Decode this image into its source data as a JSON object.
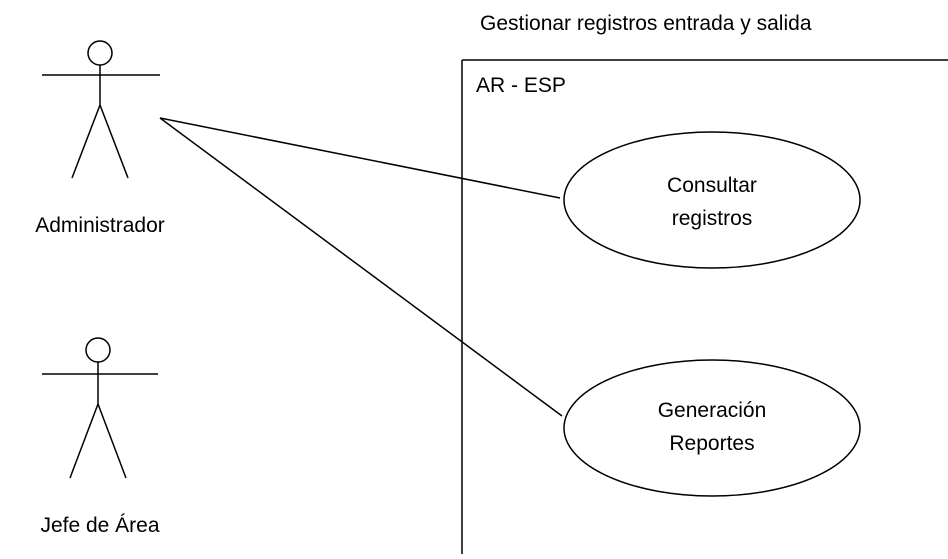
{
  "diagram": {
    "title": "Gestionar registros entrada y salida",
    "system": {
      "label": "AR - ESP"
    },
    "actors": [
      {
        "id": "administrador",
        "label": "Administrador"
      },
      {
        "id": "jefe-de-area",
        "label": "Jefe de Área"
      }
    ],
    "use_cases": [
      {
        "id": "consultar-registros",
        "lines": [
          "Consultar",
          "registros"
        ]
      },
      {
        "id": "generacion-reportes",
        "lines": [
          "Generación",
          "Reportes"
        ]
      }
    ],
    "associations": [
      {
        "from": "administrador",
        "to": "consultar-registros"
      },
      {
        "from": "administrador",
        "to": "generacion-reportes"
      }
    ],
    "colors": {
      "stroke": "#000000",
      "background": "#ffffff"
    }
  }
}
